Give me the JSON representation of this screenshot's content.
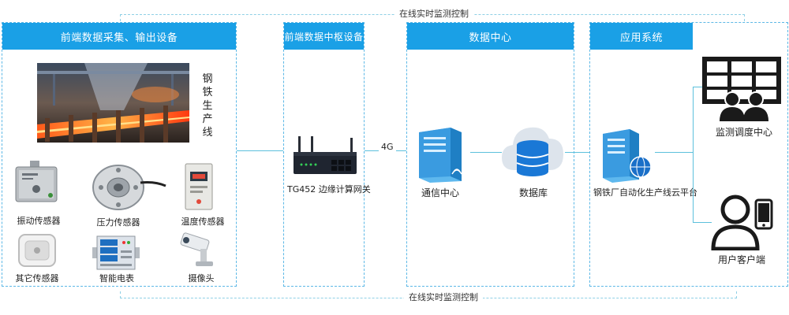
{
  "loop": {
    "top_label": "在线实时监测控制",
    "bottom_label": "在线实时监测控制"
  },
  "panels": {
    "frontend": {
      "title": "前端数据采集、输出设备",
      "production_label": "钢铁生产线",
      "devices": [
        {
          "label": "振动传感器",
          "icon": "vibration-sensor-icon"
        },
        {
          "label": "压力传感器",
          "icon": "pressure-sensor-icon"
        },
        {
          "label": "温度传感器",
          "icon": "temperature-sensor-icon"
        },
        {
          "label": "其它传感器",
          "icon": "other-sensor-icon"
        },
        {
          "label": "智能电表",
          "icon": "smart-meter-icon"
        },
        {
          "label": "摄像头",
          "icon": "camera-icon"
        }
      ]
    },
    "hub": {
      "title": "前端数据中枢设备",
      "gateway_label": "TG452 边缘计算网关"
    },
    "datacenter": {
      "title": "数据中心",
      "comm_label": "通信中心",
      "db_label": "数据库"
    },
    "apps": {
      "title": "应用系统",
      "platform_label": "钢铁厂自动化生产线云平台",
      "monitor_label": "监测调度中心",
      "client_label": "用户客户端"
    }
  },
  "link_label": "4G",
  "colors": {
    "header_blue": "#1aa0e6",
    "border_dashed": "#5cb8e6",
    "connector": "#5cc0dc",
    "server_blue": "#3a9be0",
    "db_blue": "#1a78d6"
  }
}
